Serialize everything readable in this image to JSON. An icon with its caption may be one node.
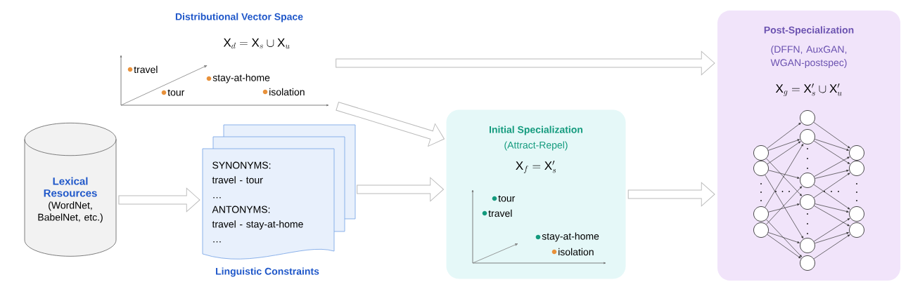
{
  "diagram": {
    "nodes": [
      {
        "text": [
          "Distributional Vector Space",
          "\\mathrm{X}_{d} = \\mathrm{X}_{s} \\cup \\mathrm{X}_{u}",
          "travel",
          "tour",
          "stay-at-home",
          "isolation"
        ]
      },
      {
        "text": [
          "Lexical Resources",
          "(WordNet, BabelNet, etc.)"
        ]
      },
      {
        "text": [
          "SYNONYMS:",
          "travel - tour",
          "…",
          "ANTONYMS:",
          "travel - stay-at-home",
          "…"
        ],
        "beside": [
          "Linguistic Constraints"
        ]
      },
      {
        "text": [
          "Initial Specialization",
          "(Attract-Repel)",
          "\\mathrm{X}_{f} = \\mathrm{X}'_{s}",
          "tour",
          "travel",
          "stay-at-home",
          "isolation"
        ]
      },
      {
        "text": [
          "Post-Specialization",
          "(DFFN, AuxGAN, WGAN-postspec)",
          "\\mathrm{X}_{g} = \\mathrm{X}'_{s} \\cup \\mathrm{X}'_{u}"
        ]
      }
    ],
    "edges": [
      {
        "from": 0,
        "to": 4,
        "arrow": "to"
      },
      {
        "from": 0,
        "to": 3,
        "arrow": "to"
      },
      {
        "from": 1,
        "to": 2,
        "arrow": "to"
      },
      {
        "from": 2,
        "to": 3,
        "arrow": "to"
      },
      {
        "from": 3,
        "to": 4,
        "arrow": "to"
      }
    ]
  }
}
